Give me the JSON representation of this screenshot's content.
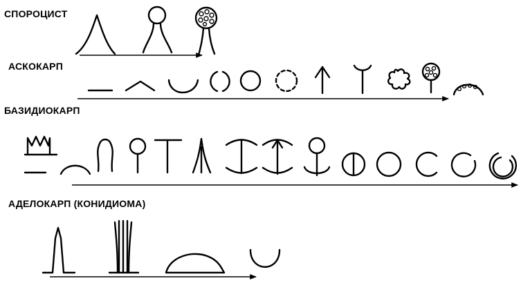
{
  "diagram": {
    "rows": [
      {
        "id": "sporocyst",
        "label": "СПОРОЦИСТ"
      },
      {
        "id": "ascocarp",
        "label": "АСКОКАРП"
      },
      {
        "id": "basidiocarp",
        "label": "БАЗИДИОКАРП"
      },
      {
        "id": "adelocarp",
        "label": "АДЕЛОКАРП (КОНИДИОМА)"
      }
    ]
  }
}
